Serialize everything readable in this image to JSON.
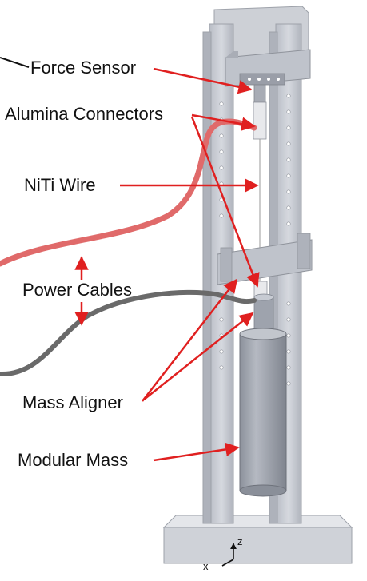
{
  "labels": {
    "force_sensor": "Force Sensor",
    "alumina_connectors": "Alumina Connectors",
    "niti_wire": "NiTi Wire",
    "power_cables": "Power Cables",
    "mass_aligner": "Mass Aligner",
    "modular_mass": "Modular Mass"
  },
  "axes": {
    "z": "z",
    "x": "x"
  },
  "colors": {
    "arrow": "#e02020",
    "frame": "#c7cbd3",
    "frame_dark": "#a4a9b3",
    "mass": "#9ea3ad",
    "cable_red": "#e06a6a",
    "cable_gray": "#6a6a6a"
  }
}
